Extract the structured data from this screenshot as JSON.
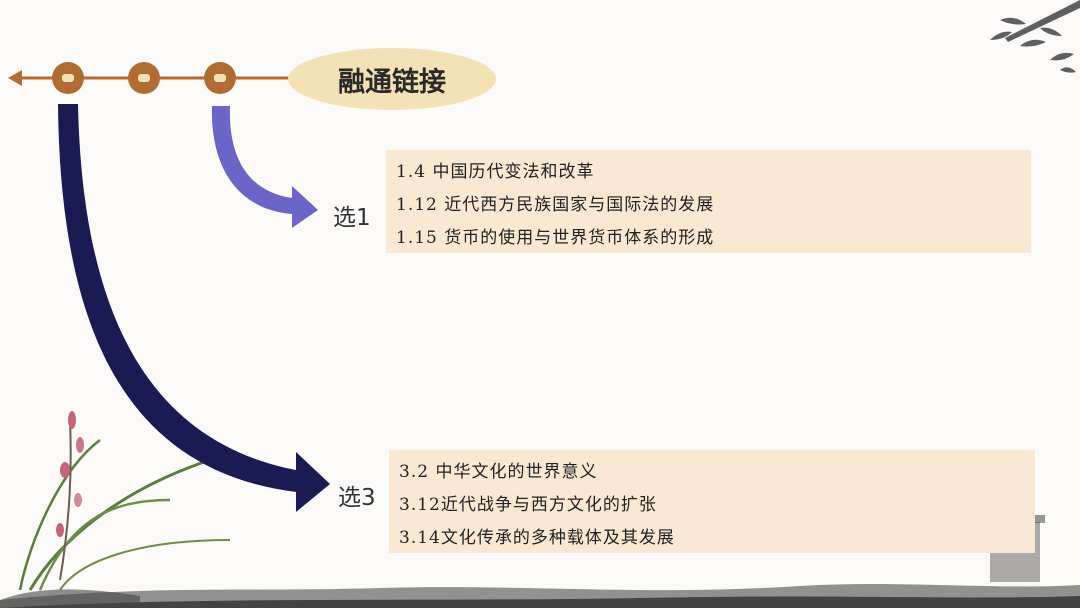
{
  "title": "融通链接",
  "groups": [
    {
      "label": "选1",
      "items": [
        "1.4 中国历代变法和改革",
        "1.12 近代西方民族国家与国际法的发展",
        "1.15 货币的使用与世界货币体系的形成"
      ]
    },
    {
      "label": "选3",
      "items": [
        "3.2 中华文化的世界意义",
        "3.12近代战争与西方文化的扩张",
        "3.14文化传承的多种载体及其发展"
      ]
    }
  ],
  "colors": {
    "timeline": "#b06c33",
    "arrow_select1": "#6b65c7",
    "arrow_select3": "#1b1b54",
    "title_bg": "#f4e2b6",
    "box_bg": "#fbe8d3"
  },
  "icons": [
    "coin-node-icon",
    "bamboo-branch-icon",
    "orchid-plant-icon",
    "ink-landscape-icon"
  ]
}
